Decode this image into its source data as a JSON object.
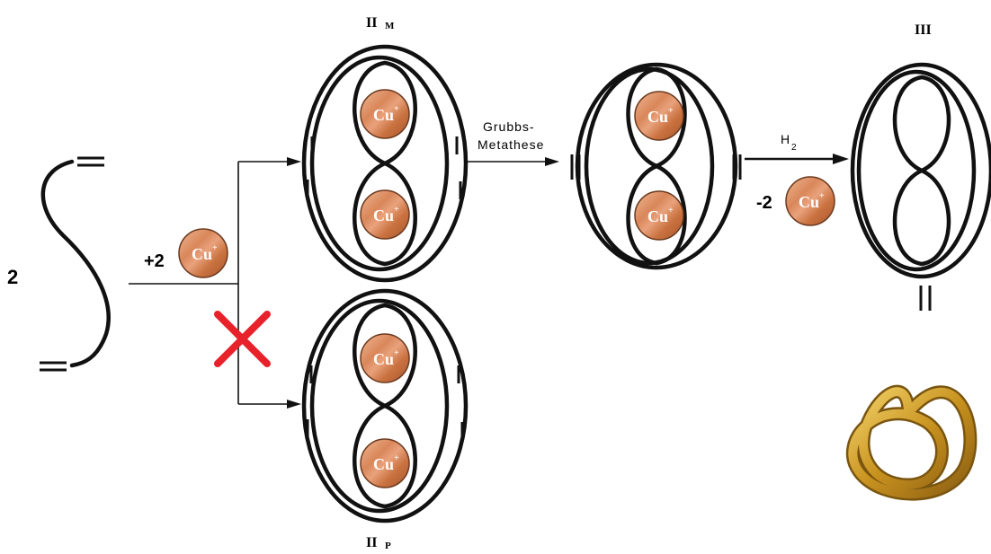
{
  "labels": {
    "stoich": "2",
    "add_cu": "+2",
    "ion": "Cu",
    "ion_charge": "+",
    "metathesis_line1": "Grubbs-",
    "metathesis_line2": "Metathese",
    "h2_main": "H",
    "h2_sub": "2",
    "remove_cu": "-2",
    "product_III": "III",
    "isomer_M_main": "II",
    "isomer_M_sub": "M",
    "isomer_P_main": "II",
    "isomer_P_sub": "P",
    "equals": "||"
  },
  "colors": {
    "ion_light": "#e6a27a",
    "ion_mid": "#cf7a4f",
    "ion_dark": "#8c4525",
    "cross": "#e8222b",
    "knot_gold": "#d3a22a",
    "knot_dark": "#7a5510"
  },
  "icons": {
    "copper_ion": "cu-ion-sphere-icon",
    "blocked": "red-cross-icon",
    "trefoil_knot": "trefoil-knot-icon"
  }
}
